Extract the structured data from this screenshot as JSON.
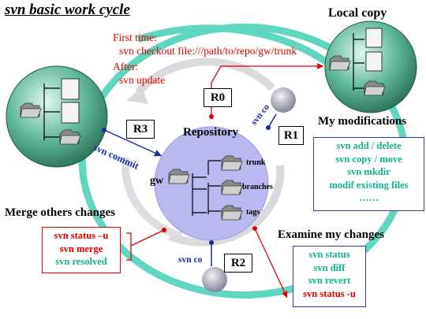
{
  "title": "svn basic work cycle",
  "local_copy_label": "Local copy",
  "first_time_label": "First time:",
  "checkout_cmd": "svn checkout file:///path/to/repo/gw/trunk",
  "after_label": "After:",
  "update_cmd": "svn update",
  "r0": "R0",
  "r1": "R1",
  "r2": "R2",
  "r3": "R3",
  "repository_label": "Repository",
  "gw_label": "gw",
  "folders": {
    "trunk": "trunk",
    "branches": "branches",
    "tags": "tags"
  },
  "svn_commit_label": "svn commit",
  "svn_co_top": "svn co",
  "svn_co_bottom": "svn co",
  "my_modifications_label": "My modifications",
  "modifications": [
    "svn add / delete",
    "svn copy / move",
    "svn mkdir",
    "modif existing files",
    "……"
  ],
  "merge_label": "Merge others changes",
  "merge_cmds": [
    "svn status –u",
    "svn merge",
    "svn resolved"
  ],
  "examine_label": "Examine my changes",
  "examine_cmds": [
    "svn status",
    "svn diff",
    "svn revert",
    "svn status -u"
  ],
  "colors": {
    "cycle": "#5fd6c0",
    "repository": "#b9b9ef",
    "command_blue": "#2f3aa8",
    "red": "#e00000",
    "green_text": "#12b38c"
  }
}
